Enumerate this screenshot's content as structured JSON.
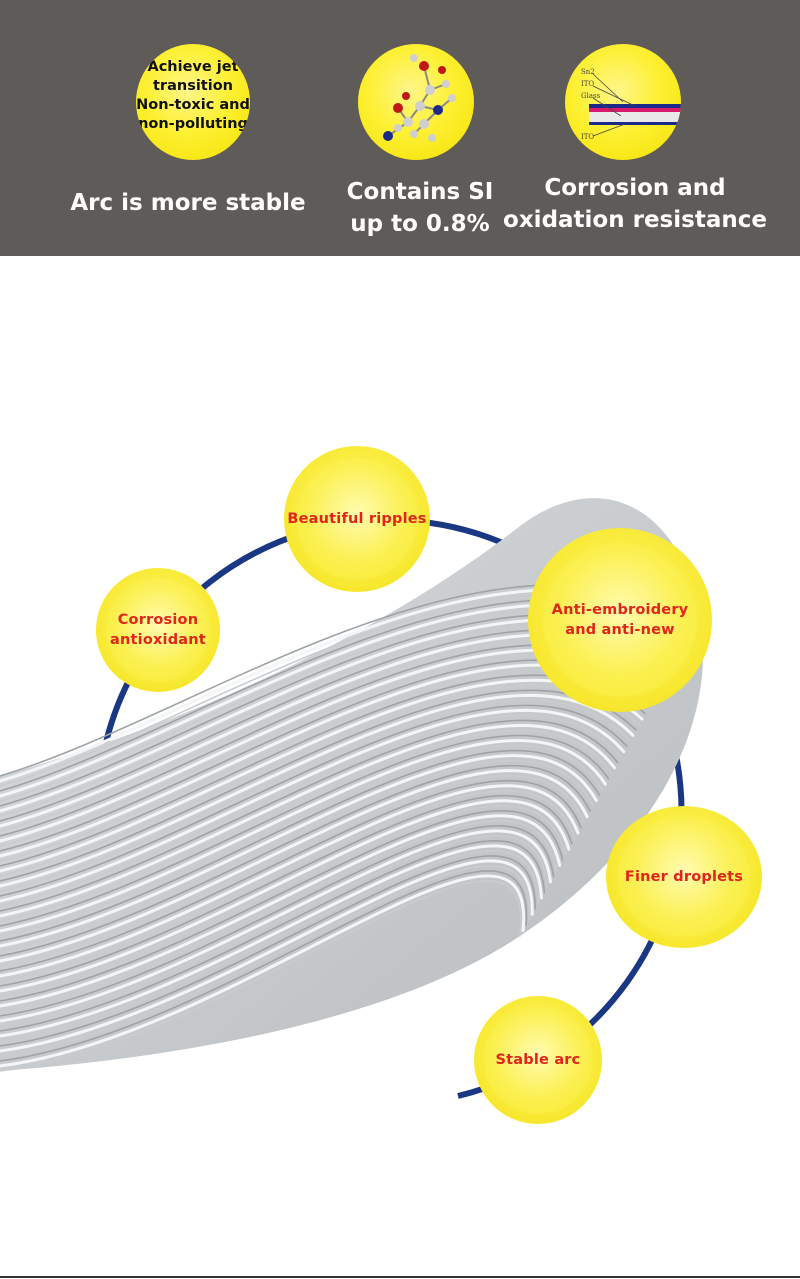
{
  "banner": {
    "features": [
      {
        "circle_lines": [
          "Achieve jet",
          "transition",
          "Non-toxic and",
          "non-polluting"
        ],
        "icon": "text-badge-icon",
        "caption_lines": [
          "Arc is more stable"
        ]
      },
      {
        "circle_lines": [],
        "icon": "molecule-icon",
        "caption_lines": [
          "Contains SI",
          "up to 0.8%"
        ]
      },
      {
        "circle_lines": [],
        "icon": "layer-diagram-icon",
        "diagram_labels": [
          "Sn2",
          "ITO",
          "Glass",
          "ITO"
        ],
        "caption_lines": [
          "Corrosion and",
          "oxidation resistance"
        ]
      }
    ]
  },
  "product": {
    "image": "wire-coil-image",
    "bubbles": [
      {
        "lines": [
          "Beautiful ripples"
        ]
      },
      {
        "lines": [
          "Corrosion",
          "antioxidant"
        ]
      },
      {
        "lines": [
          "Anti-embroidery",
          "and anti-new"
        ]
      },
      {
        "lines": [
          "Finer droplets"
        ]
      },
      {
        "lines": [
          "Stable arc"
        ]
      }
    ]
  },
  "colors": {
    "banner_bg": "#5f5b59",
    "circle_yellow": "#fdf033",
    "label_red": "#e0251b",
    "ring_blue": "#1a3784"
  }
}
